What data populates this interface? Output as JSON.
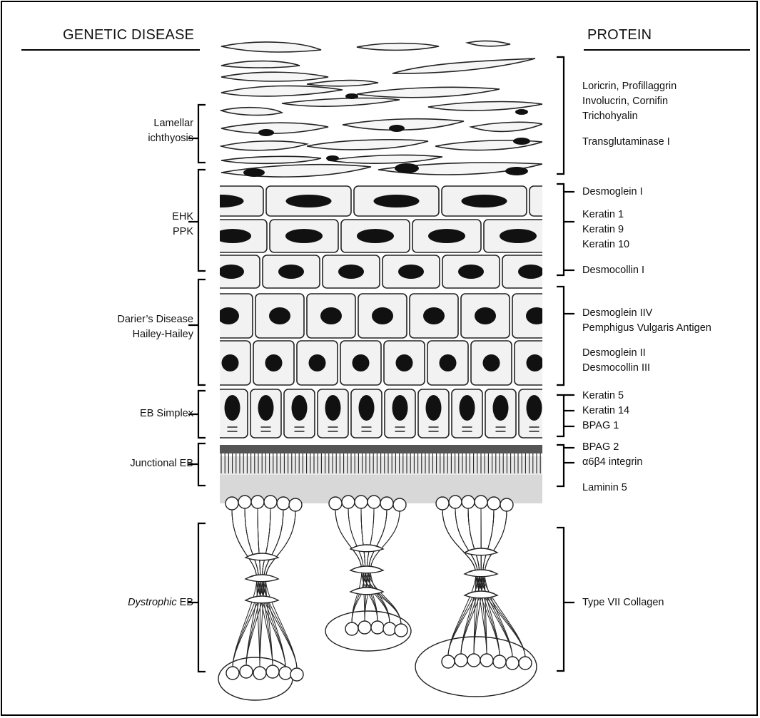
{
  "headers": {
    "left": "GENETIC DISEASE",
    "right": "PROTEIN"
  },
  "diseases": [
    {
      "lines": [
        "Lamellar",
        "ichthyosis"
      ]
    },
    {
      "lines": [
        "EHK",
        "PPK"
      ]
    },
    {
      "lines": [
        "Darier’s Disease",
        "Hailey-Hailey"
      ]
    },
    {
      "lines": [
        "EB Simplex"
      ]
    },
    {
      "lines": [
        "Junctional EB"
      ]
    },
    {
      "italic": "Dystrophic",
      "rest": " EB"
    }
  ],
  "proteins": {
    "cornified": [
      "Loricrin, Profillaggrin",
      "Involucrin, Cornifin",
      "Trichohyalin"
    ],
    "transglutaminase": "Transglutaminase I",
    "desmoglein1": "Desmoglein I",
    "keratins_suprabasal": [
      "Keratin 1",
      "Keratin 9",
      "Keratin 10"
    ],
    "desmocollin1": "Desmocollin I",
    "desmoglein_pv": [
      "Desmoglein IIV",
      "Pemphigus Vulgaris Antigen"
    ],
    "desmo_spinous": [
      "Desmoglein II",
      "Desmocollin III"
    ],
    "basal": [
      "Keratin 5",
      "Keratin 14",
      "BPAG 1"
    ],
    "junction": [
      "BPAG 2",
      "α6β4 integrin"
    ],
    "laminin": "Laminin 5",
    "collagen": "Type VII Collagen"
  }
}
